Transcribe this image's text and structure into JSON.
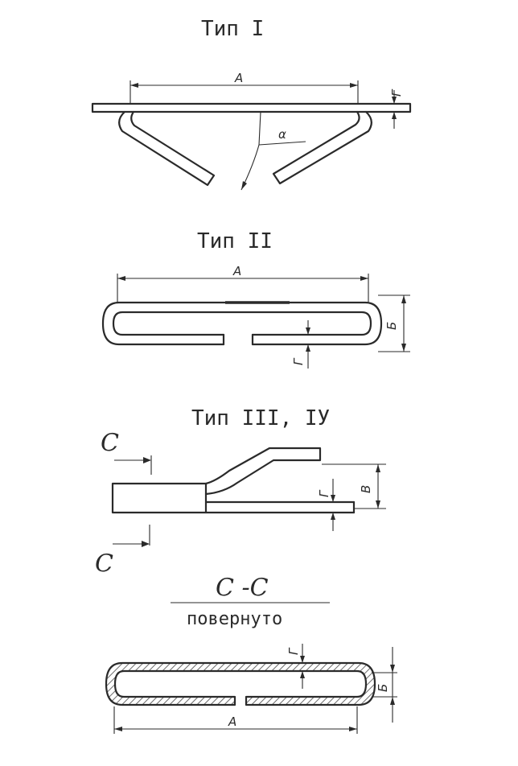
{
  "titles": {
    "type1": "Тип I",
    "type2": "Тип II",
    "type3": "Тип III, IУ",
    "section": "С -С",
    "section_note": "повернуто"
  },
  "dimensions": {
    "a": "А",
    "b": "Б",
    "v": "В",
    "g": "Г",
    "alpha": "α",
    "c": "С"
  },
  "colors": {
    "ink": "#2a2a2a",
    "hatch": "#6a6a6a",
    "background": "#ffffff"
  }
}
